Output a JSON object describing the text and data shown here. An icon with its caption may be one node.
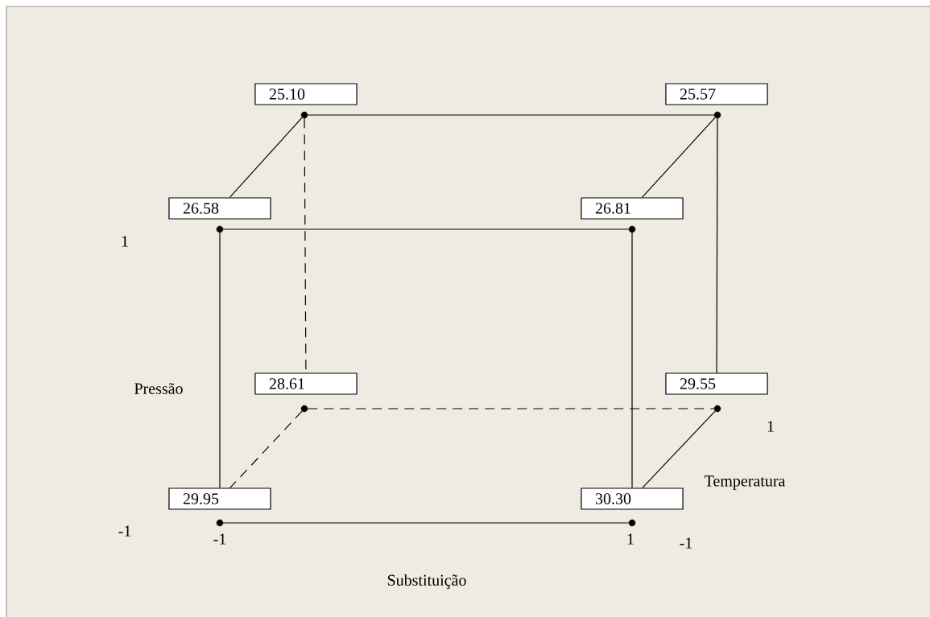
{
  "diagram": {
    "nodes": [
      {
        "text": [
          "25.10"
        ]
      },
      {
        "text": [
          "25.57"
        ]
      },
      {
        "text": [
          "26.58"
        ]
      },
      {
        "text": [
          "26.81"
        ]
      },
      {
        "text": [
          "28.61"
        ]
      },
      {
        "text": [
          "29.55"
        ]
      },
      {
        "text": [
          "29.95"
        ]
      },
      {
        "text": [
          "30.30"
        ]
      },
      {
        "text": [],
        "shape": "circle"
      },
      {
        "text": [],
        "shape": "circle"
      },
      {
        "text": [],
        "shape": "circle"
      },
      {
        "text": [],
        "shape": "circle"
      },
      {
        "text": [],
        "shape": "circle"
      },
      {
        "text": [],
        "shape": "circle"
      },
      {
        "text": [],
        "shape": "circle"
      },
      {
        "text": [],
        "shape": "circle"
      }
    ],
    "edges": [
      {
        "from": 8,
        "to": 9,
        "arrow": "none"
      },
      {
        "from": 8,
        "to": 2,
        "arrow": "none"
      },
      {
        "from": 9,
        "to": 3,
        "arrow": "none"
      },
      {
        "from": 10,
        "to": 11,
        "arrow": "none"
      },
      {
        "from": 10,
        "to": 6,
        "arrow": "none"
      },
      {
        "from": 11,
        "to": 7,
        "arrow": "none"
      },
      {
        "from": 14,
        "to": 15,
        "arrow": "none"
      },
      {
        "from": 8,
        "to": 4,
        "arrow": "none",
        "style": "dashed"
      },
      {
        "from": 9,
        "to": 5,
        "arrow": "none"
      },
      {
        "from": 12,
        "to": 13,
        "arrow": "none",
        "style": "dashed"
      },
      {
        "from": 12,
        "to": 6,
        "arrow": "none",
        "style": "dashed"
      },
      {
        "from": 13,
        "to": 7,
        "arrow": "none"
      }
    ],
    "labels": [
      "1",
      "Pressão",
      "1",
      "Temperatura",
      "-1",
      "-1",
      "-1",
      "1",
      "Substituição"
    ]
  }
}
